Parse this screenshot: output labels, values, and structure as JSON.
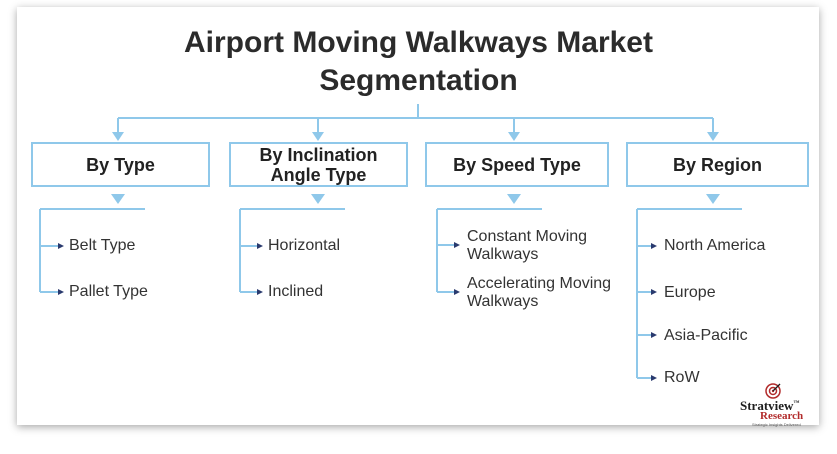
{
  "title_line1": "Airport Moving Walkways Market",
  "title_line2": "Segmentation",
  "categories": [
    {
      "label": "By Type",
      "items": [
        "Belt Type",
        "Pallet Type"
      ]
    },
    {
      "label_line1": "By Inclination",
      "label_line2": "Angle Type",
      "items": [
        "Horizontal",
        "Inclined"
      ]
    },
    {
      "label": "By Speed Type",
      "items": [
        {
          "line1": "Constant Moving",
          "line2": "Walkways"
        },
        {
          "line1": "Accelerating Moving",
          "line2": "Walkways"
        }
      ]
    },
    {
      "label": "By Region",
      "items": [
        "North America",
        "Europe",
        "Asia-Pacific",
        "RoW"
      ]
    }
  ],
  "logo": {
    "brand": "Stratview",
    "tm": "™",
    "sub": "Research",
    "tagline": "Strategic Insights Delivered"
  },
  "colors": {
    "connector": "#8fc8ea",
    "arrow_head": "#2a3a6e",
    "title": "#2b2b2b"
  }
}
